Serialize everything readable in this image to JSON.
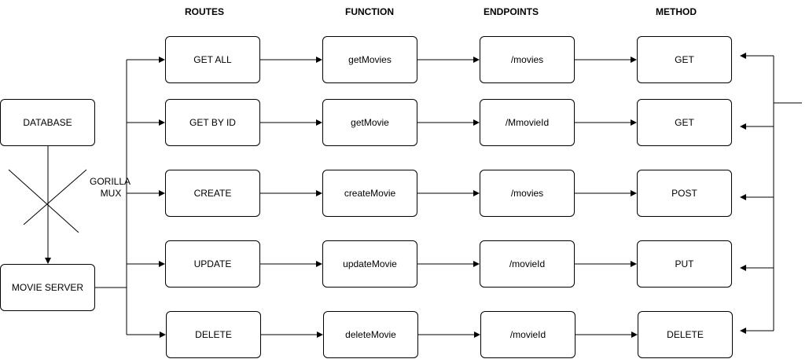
{
  "headers": {
    "routes": "ROUTES",
    "function": "FUNCTION",
    "endpoints": "ENDPOINTS",
    "method": "METHOD"
  },
  "database_label": "DATABASE",
  "server_label": "MOVIE SERVER",
  "mux_label": [
    "GORILLA",
    "MUX"
  ],
  "rows": [
    {
      "route": "GET ALL",
      "func": "getMovies",
      "endpoint": "/movies",
      "method": "GET"
    },
    {
      "route": "GET BY ID",
      "func": "getMovie",
      "endpoint": "/MmovieId",
      "method": "GET"
    },
    {
      "route": "CREATE",
      "func": "createMovie",
      "endpoint": "/movies",
      "method": "POST"
    },
    {
      "route": "UPDATE",
      "func": "updateMovie",
      "endpoint": "/movieId",
      "method": "PUT"
    },
    {
      "route": "DELETE",
      "func": "deleteMovie",
      "endpoint": "/movieId",
      "method": "DELETE"
    }
  ]
}
